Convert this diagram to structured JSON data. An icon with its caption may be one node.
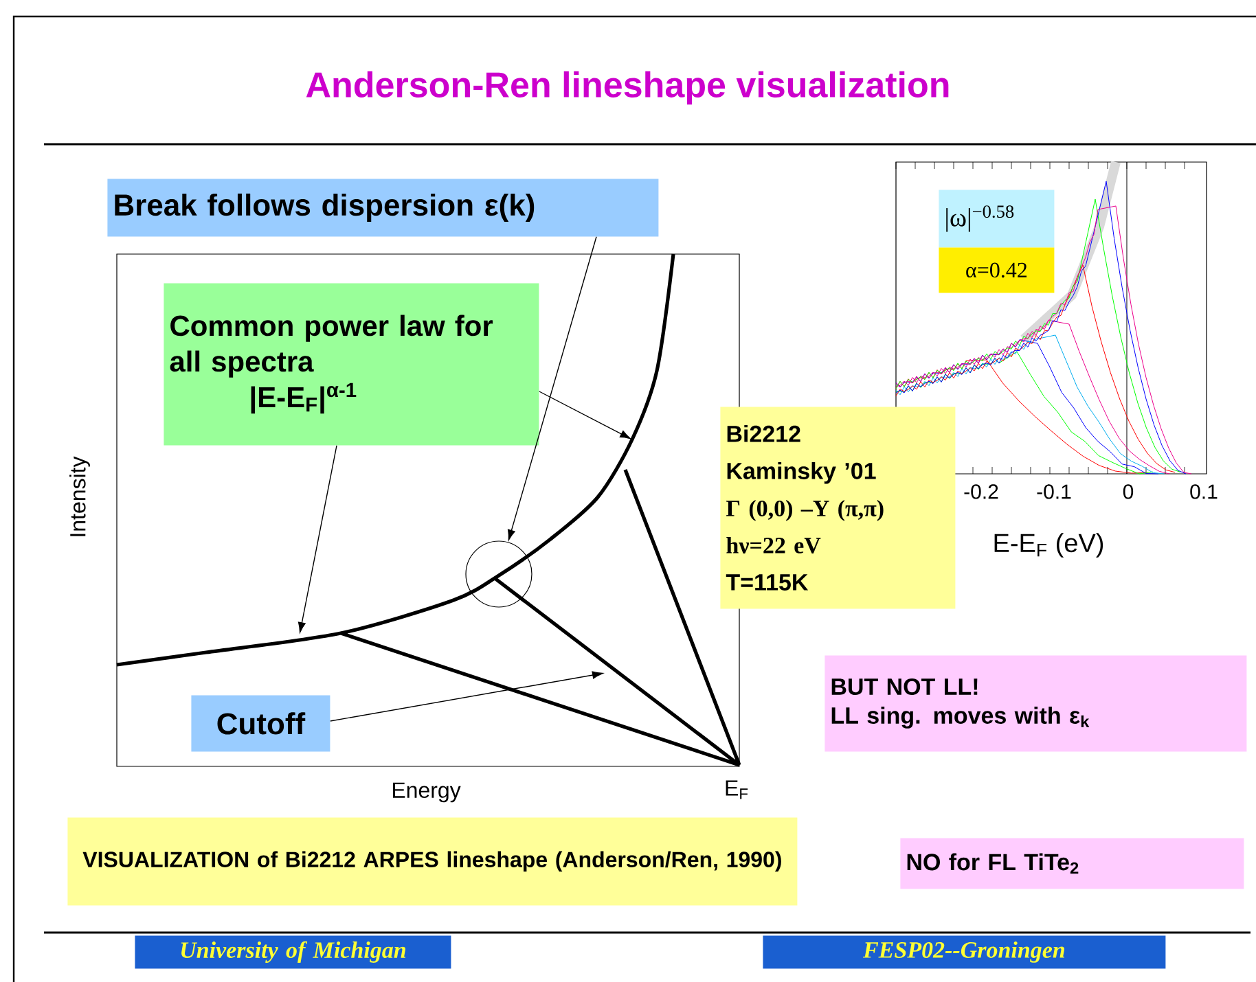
{
  "diagram": {
    "title": "Anderson-Ren lineshape visualization",
    "nodes": [
      {
        "text": [
          "Break follows dispersion ε(k)"
        ]
      },
      {
        "text": [
          "Common power law for all spectra",
          "|E-E$_{F}$|$^{α-1}$"
        ]
      },
      {
        "text": [
          "Cutoff"
        ]
      },
      {
        "text": [
          "Bi2212",
          "Kaminsky ’01",
          "Γ (0,0) –Y (π,π)",
          "hν=22 eV",
          "T=115K"
        ]
      },
      {
        "text": [
          "BUT NOT LL!",
          "LL sing. moves with ε$_{k}$"
        ]
      },
      {
        "text": [
          "NO for FL TiTe$_{2}$"
        ]
      },
      {
        "text": [
          "VISUALIZATION of Bi2212 ARPES lineshape (Anderson/Ren, 1990)"
        ]
      },
      {
        "text": [
          "|ω|$^{−0.58}$"
        ]
      },
      {
        "text": [
          "α=0.42"
        ]
      },
      {
        "text": [
          "University of Michigan"
        ]
      },
      {
        "text": [
          "FESP02--Groningen"
        ]
      },
      {
        "text": [],
        "shape": "circle"
      }
    ],
    "edges": [
      {
        "from": 0,
        "to": 11,
        "arrow": "to"
      },
      {
        "from": 1,
        "to": null,
        "arrow": "to"
      },
      {
        "from": 1,
        "to": null,
        "arrow": "to"
      },
      {
        "from": 2,
        "to": null,
        "arrow": "to"
      }
    ],
    "labels": [
      "Intensity",
      "Energy",
      "E$_{F}$",
      "-0.2",
      "-0.1",
      "0",
      "0.1",
      "E-E$_{F}$ (eV)"
    ]
  }
}
